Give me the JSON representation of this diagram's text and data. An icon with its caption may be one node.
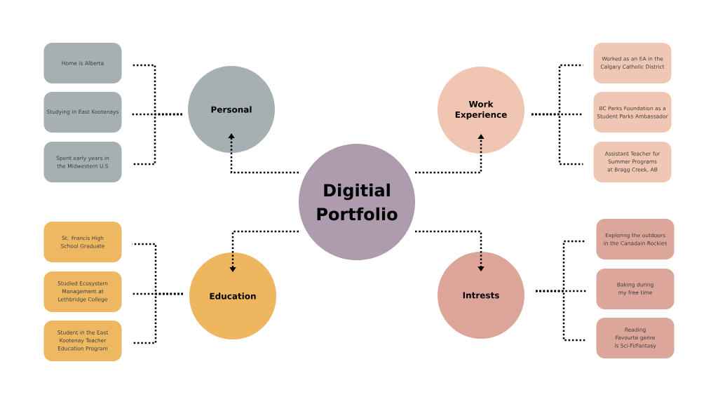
{
  "diagram": {
    "nodes": [
      {
        "text": [
          "Digitial Portfolio"
        ]
      },
      {
        "text": [
          "Personal"
        ]
      },
      {
        "text": [
          "Home is Alberta"
        ]
      },
      {
        "text": [
          "Studying in East Kootenays"
        ]
      },
      {
        "text": [
          "Spent early years in the Midwestern U.S"
        ]
      },
      {
        "text": [
          "Work Experience"
        ]
      },
      {
        "text": [
          "Worked as an EA in the Calgary Catholic District"
        ]
      },
      {
        "text": [
          "BC Parks Foundation as a Student Parks Ambassador"
        ]
      },
      {
        "text": [
          "Assistant Teacher for Summer Programs at Bragg Creek, AB"
        ]
      },
      {
        "text": [
          "Education"
        ]
      },
      {
        "text": [
          "St. Francis High School Graduate"
        ]
      },
      {
        "text": [
          "Studied Ecosystem Management at Lethbridge College"
        ]
      },
      {
        "text": [
          "Student in the East Kootenay Teacher Education Program"
        ]
      },
      {
        "text": [
          "Intrests"
        ]
      },
      {
        "text": [
          "Exploring the outdoors in the Canadain Rockies"
        ]
      },
      {
        "text": [
          "Baking during my free time"
        ]
      },
      {
        "text": [
          "Reading",
          "Favourte genre is Sci-Fi/Fantasy"
        ]
      }
    ],
    "edges": [
      {
        "from": 0,
        "to": 1,
        "arrow": "to"
      },
      {
        "from": 0,
        "to": 5,
        "arrow": "to"
      },
      {
        "from": 0,
        "to": 9,
        "arrow": "to"
      },
      {
        "from": 0,
        "to": 13,
        "arrow": "to"
      },
      {
        "from": 1,
        "to": 2,
        "arrow": "none"
      },
      {
        "from": 1,
        "to": 3,
        "arrow": "none"
      },
      {
        "from": 1,
        "to": 4,
        "arrow": "none"
      },
      {
        "from": 5,
        "to": 6,
        "arrow": "none"
      },
      {
        "from": 5,
        "to": 7,
        "arrow": "none"
      },
      {
        "from": 5,
        "to": 8,
        "arrow": "none"
      },
      {
        "from": 9,
        "to": 10,
        "arrow": "none"
      },
      {
        "from": 9,
        "to": 11,
        "arrow": "none"
      },
      {
        "from": 9,
        "to": 12,
        "arrow": "none"
      },
      {
        "from": 13,
        "to": 14,
        "arrow": "none"
      },
      {
        "from": 13,
        "to": 15,
        "arrow": "none"
      },
      {
        "from": 13,
        "to": 16,
        "arrow": "none"
      }
    ]
  }
}
